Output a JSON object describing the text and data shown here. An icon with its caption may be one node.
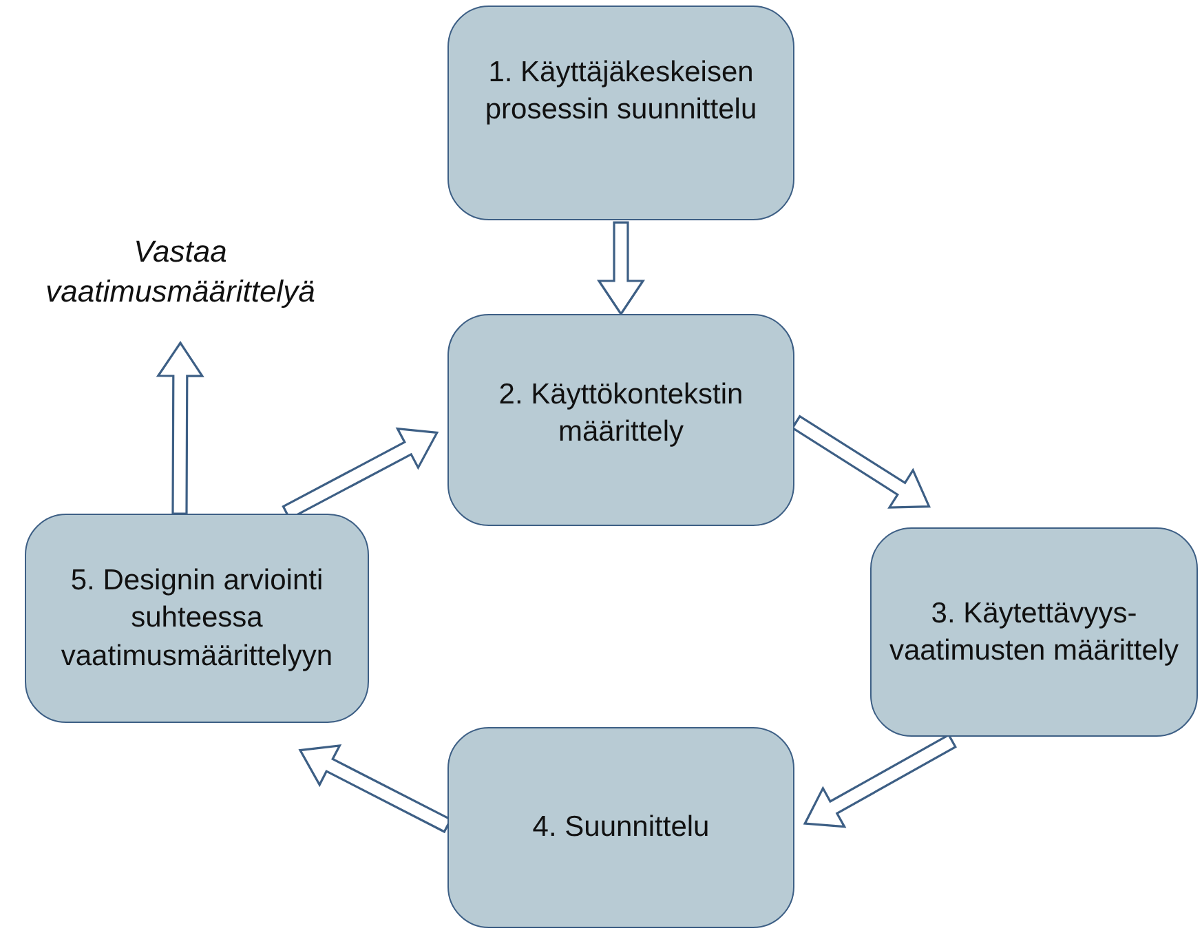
{
  "diagram": {
    "nodes": [
      {
        "text": [
          "1. Käyttäjäkeskeisen prosessin suunnittelu"
        ]
      },
      {
        "text": [
          "2. Käyttökontekstin määrittely"
        ]
      },
      {
        "text": [
          "3. Käytettävyys-vaatimusten määrittely"
        ]
      },
      {
        "text": [
          "4. Suunnittelu"
        ]
      },
      {
        "text": [
          "5. Designin arviointi suhteessa vaatimusmäärittelyyn"
        ]
      },
      {
        "text": [
          "Vastaa vaatimusmäärittelyä"
        ]
      }
    ],
    "edges": [
      {
        "from": 0,
        "to": 1,
        "arrow": "to"
      },
      {
        "from": 1,
        "to": 2,
        "arrow": "to"
      },
      {
        "from": 2,
        "to": 3,
        "arrow": "to"
      },
      {
        "from": 3,
        "to": 4,
        "arrow": "to"
      },
      {
        "from": 4,
        "to": 1,
        "arrow": "to"
      },
      {
        "from": 4,
        "to": 5,
        "arrow": "to"
      }
    ]
  }
}
